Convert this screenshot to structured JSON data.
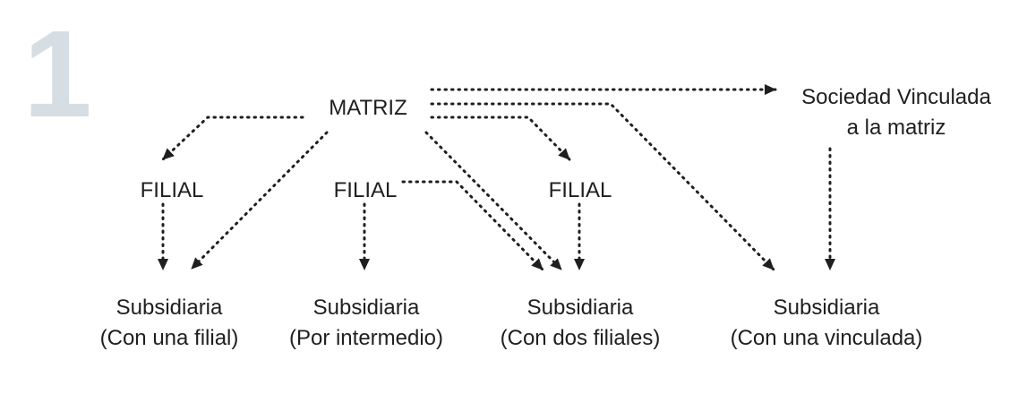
{
  "number": "1",
  "diagram": {
    "parent": "MATRIZ",
    "linked": [
      "Sociedad Vinculada",
      "a la matriz"
    ],
    "filiales": [
      "FILIAL",
      "FILIAL",
      "FILIAL"
    ],
    "subsidiarias": [
      {
        "title": "Subsidiaria",
        "subtitle": "(Con una filial)"
      },
      {
        "title": "Subsidiaria",
        "subtitle": "(Por intermedio)"
      },
      {
        "title": "Subsidiaria",
        "subtitle": "(Con dos filiales)"
      },
      {
        "title": "Subsidiaria",
        "subtitle": "(Con una vinculada)"
      }
    ]
  },
  "colors": {
    "text": "#1f1f1f",
    "number": "#d6dee4",
    "lines": "#1f1f1f"
  }
}
